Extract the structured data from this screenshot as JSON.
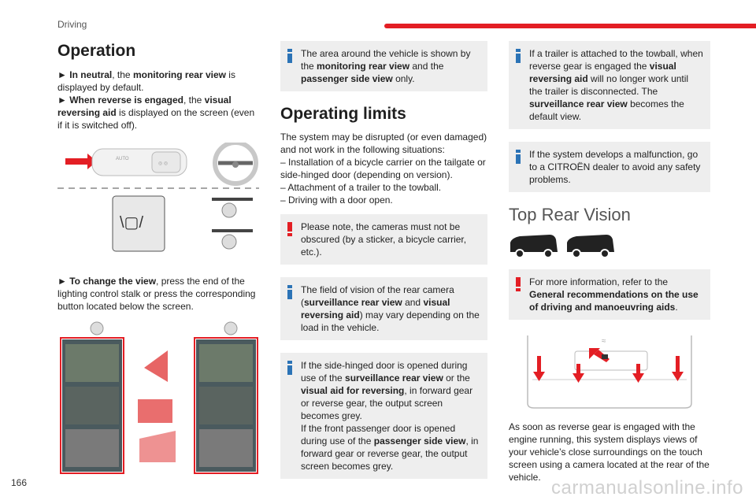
{
  "header": {
    "section": "Driving",
    "page_number": "166",
    "accent": "#e31e24"
  },
  "watermark": "carmanualsonline.info",
  "col1": {
    "heading": "Operation",
    "p1_arrow": "►",
    "p1_b1": "In neutral",
    "p1_t1": ", the ",
    "p1_b2": "monitoring rear view",
    "p1_t2": " is displayed by default.",
    "p2_arrow": "►",
    "p2_b1": "When reverse is engaged",
    "p2_t1": ", the ",
    "p2_b2": "visual reversing aid",
    "p2_t2": " is displayed on the screen (even if it is switched off).",
    "p3_arrow": "►",
    "p3_b1": "To change the view",
    "p3_t1": ", press the end of the lighting control stalk or press the corresponding button located below the screen."
  },
  "col2": {
    "box1_t1": "The area around the vehicle is shown by the ",
    "box1_b1": "monitoring rear view",
    "box1_t2": " and the ",
    "box1_b2": "passenger side view",
    "box1_t3": " only.",
    "heading": "Operating limits",
    "intro": "The system may be disrupted (or even damaged) and not work in the following situations:",
    "items": [
      "– Installation of a bicycle carrier on the tailgate or side-hinged door (depending on version).",
      "– Attachment of a trailer to the towball.",
      "– Driving with a door open."
    ],
    "warn_text": "Please note, the cameras must not be obscured (by a sticker, a bicycle carrier, etc.).",
    "box2_t1": "The field of vision of the rear camera (",
    "box2_b1": "surveillance rear view",
    "box2_t2": " and  ",
    "box2_b2": "visual reversing aid",
    "box2_t3": ") may vary depending on the load in the vehicle.",
    "box3_t1": "If the side-hinged door is opened during use of the ",
    "box3_b1": "surveillance rear view",
    "box3_t2": " or the ",
    "box3_b2": "visual aid for reversing",
    "box3_t3": ", in forward gear or reverse gear, the output screen becomes grey.",
    "box3_t4": "If the front passenger door is opened during use of the ",
    "box3_b3": "passenger side view",
    "box3_t5": ", in forward gear or reverse gear, the output screen becomes grey."
  },
  "col3": {
    "box1_t1": "If a trailer is attached to the towball, when reverse gear is engaged the ",
    "box1_b1": "visual reversing aid",
    "box1_t2": " will no longer work until the trailer is disconnected. The ",
    "box1_b2": "surveillance rear view",
    "box1_t3": " becomes the default view.",
    "box2_text": "If the system develops a malfunction, go to a CITROËN dealer to avoid any safety problems.",
    "heading": "Top Rear Vision",
    "warn_t1": "For more information, refer to the ",
    "warn_b1": "General recommendations on the use of driving and manoeuvring aids",
    "warn_t2": ".",
    "body": "As soon as reverse gear is engaged with the engine running, this system displays views of your vehicle’s close surroundings on the touch screen using a camera located at the rear of the vehicle."
  }
}
